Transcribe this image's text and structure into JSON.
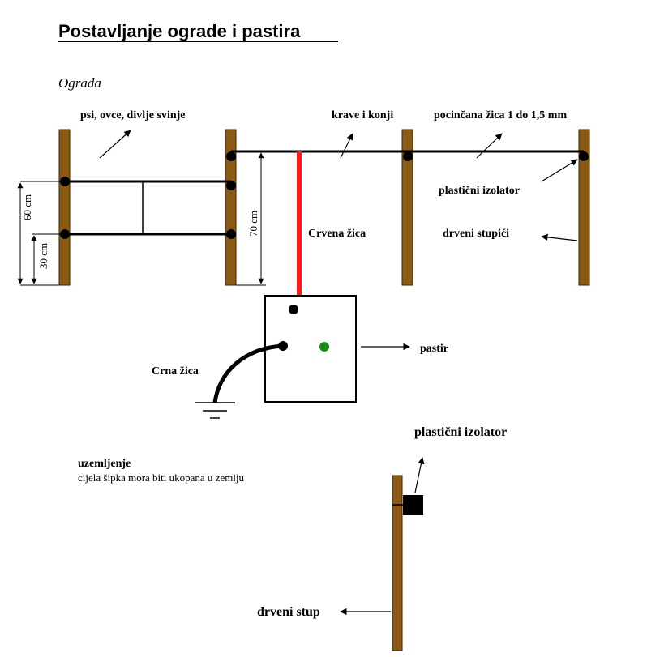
{
  "title": "Postavljanje ograde i pastira",
  "subtitle": "Ograda",
  "labels": {
    "animals_small": "psi, ovce, divlje svinje",
    "animals_large": "krave i konji",
    "wire_spec": "pocinčana žica 1 do 1,5 mm",
    "insulator": "plastični izolator",
    "wooden_posts": "drveni stupići",
    "red_wire": "Crvena žica",
    "black_wire": "Crna žica",
    "energizer": "pastir",
    "grounding_title": "uzemljenje",
    "grounding_note": "cijela šipka mora biti ukopana u zemlju",
    "detail_insulator": "plastični izolator",
    "detail_post": "drveni stup"
  },
  "dimensions": {
    "d60": "60 cm",
    "d30": "30 cm",
    "d70": "70 cm"
  },
  "colors": {
    "post": "#8B5A14",
    "red_wire": "#FF1A1A",
    "indicator": "#1A8C1A",
    "line": "#000000"
  }
}
